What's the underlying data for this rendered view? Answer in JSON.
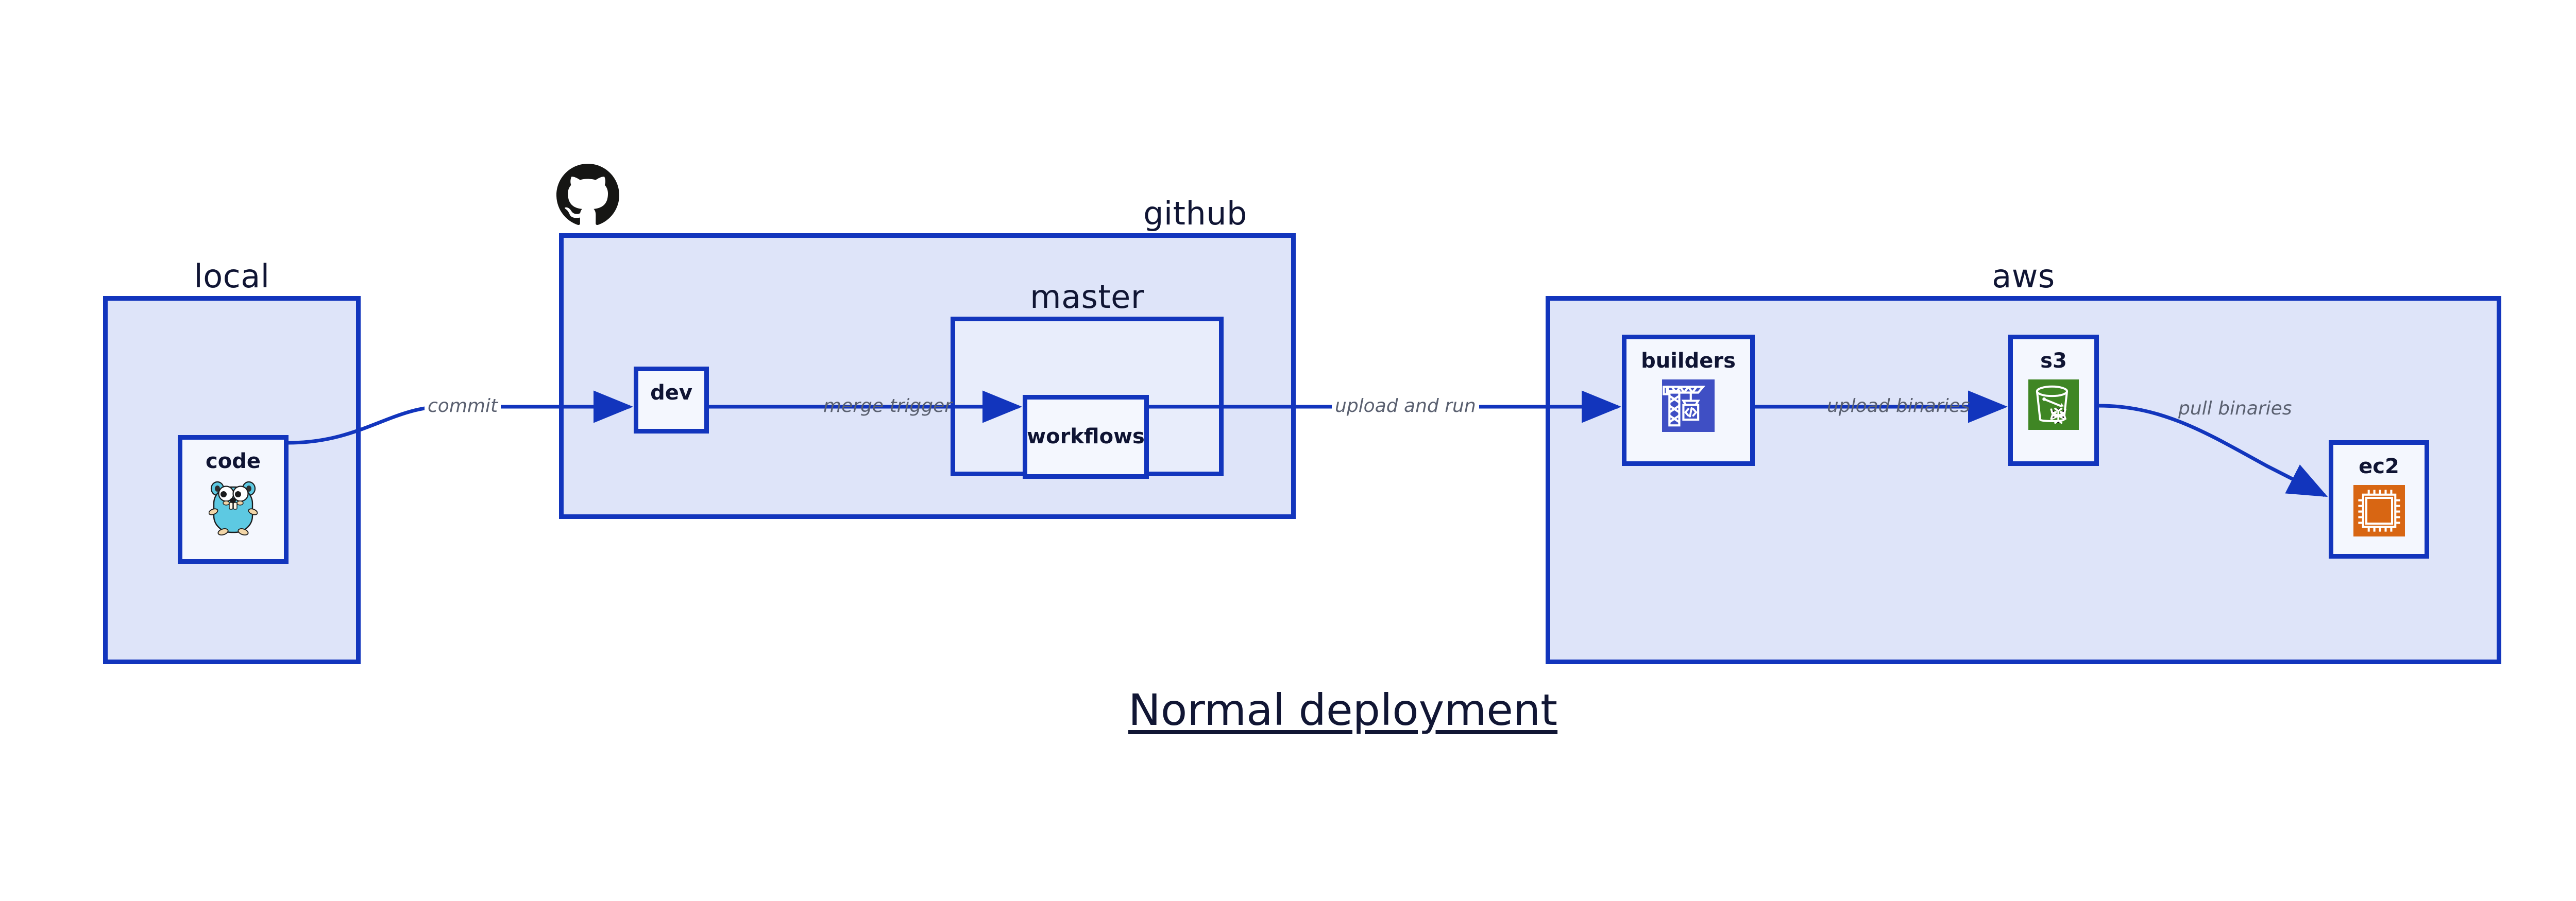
{
  "diagram": {
    "title": "Normal deployment",
    "zones": [
      {
        "id": "local",
        "label": "local"
      },
      {
        "id": "github",
        "label": "github"
      },
      {
        "id": "master",
        "label": "master"
      },
      {
        "id": "aws",
        "label": "aws"
      }
    ],
    "nodes": [
      {
        "id": "code",
        "label": "code",
        "icon": "go-gopher-icon",
        "parent": "local"
      },
      {
        "id": "dev",
        "label": "dev",
        "icon": null,
        "parent": "github"
      },
      {
        "id": "workflows",
        "label": "workflows",
        "icon": null,
        "parent": "master"
      },
      {
        "id": "builders",
        "label": "builders",
        "icon": "aws-builders-crane-icon",
        "parent": "aws"
      },
      {
        "id": "s3",
        "label": "s3",
        "icon": "aws-s3-bucket-icon",
        "parent": "aws"
      },
      {
        "id": "ec2",
        "label": "ec2",
        "icon": "aws-ec2-chip-icon",
        "parent": "aws"
      }
    ],
    "edges": [
      {
        "id": "code-to-dev",
        "label": "commit",
        "from": "code",
        "to": "dev"
      },
      {
        "id": "dev-to-workflows",
        "label": "merge trigger",
        "from": "dev",
        "to": "workflows"
      },
      {
        "id": "workflows-to-builders",
        "label": "upload and run",
        "from": "workflows",
        "to": "builders"
      },
      {
        "id": "builders-to-s3",
        "label": "upload binaries",
        "from": "builders",
        "to": "s3"
      },
      {
        "id": "s3-to-ec2",
        "label": "pull binaries",
        "from": "s3",
        "to": "ec2"
      }
    ],
    "logos": [
      {
        "id": "github-octocat",
        "icon": "github-octocat-icon"
      }
    ],
    "colors": {
      "zone_fill": "#dee4f9",
      "subzone_fill": "#e8edfb",
      "node_fill": "#f4f7fe",
      "stroke": "#1235bd",
      "text": "#0f1433",
      "edge_label": "#5a6070",
      "gopher_body": "#5dc9e2",
      "builders_tile": "#3f4fc4",
      "s3_tile": "#3f8624",
      "ec2_tile": "#d86613",
      "octocat": "#161614"
    }
  }
}
